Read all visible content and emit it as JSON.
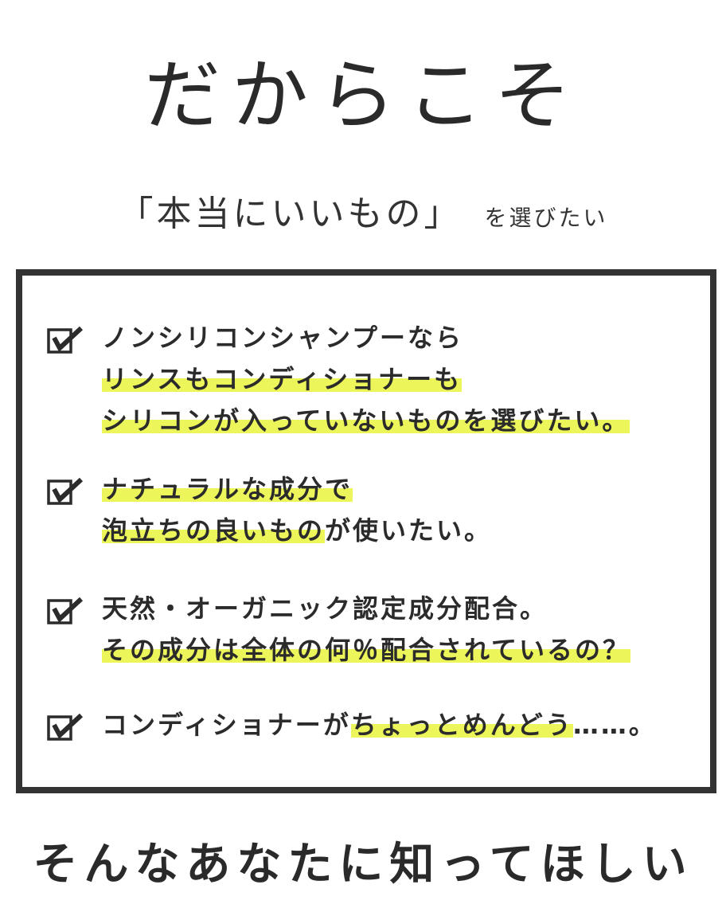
{
  "title": "だからこそ",
  "subtitle": {
    "main": "「本当にいいもの」",
    "suffix": "を選びたい"
  },
  "checklist": [
    {
      "lines": [
        [
          {
            "text": "ノンシリコンシャンプーなら",
            "hl": false
          }
        ],
        [
          {
            "text": "リンスもコンディショナーも",
            "hl": true
          }
        ],
        [
          {
            "text": "シリコンが入っていないものを選びたい。",
            "hl": true
          }
        ]
      ]
    },
    {
      "lines": [
        [
          {
            "text": "ナチュラルな成分で",
            "hl": true
          }
        ],
        [
          {
            "text": "泡立ちの良いもの",
            "hl": true
          },
          {
            "text": "が使いたい。",
            "hl": false
          }
        ]
      ]
    },
    {
      "lines": [
        [
          {
            "text": "天然・オーガニック認定成分配合。",
            "hl": false
          }
        ],
        [
          {
            "text": "その成分は全体の何％配合されているの？",
            "hl": true
          }
        ]
      ]
    },
    {
      "lines": [
        [
          {
            "text": "コンディショナーが",
            "hl": false
          },
          {
            "text": "ちょっとめんどう",
            "hl": true
          },
          {
            "text": "……。",
            "hl": false
          }
        ]
      ]
    }
  ],
  "footer": "そんなあなたに知ってほしい",
  "colors": {
    "highlight": "#ecf55a",
    "text": "#2b2b2b",
    "border": "#333333"
  }
}
